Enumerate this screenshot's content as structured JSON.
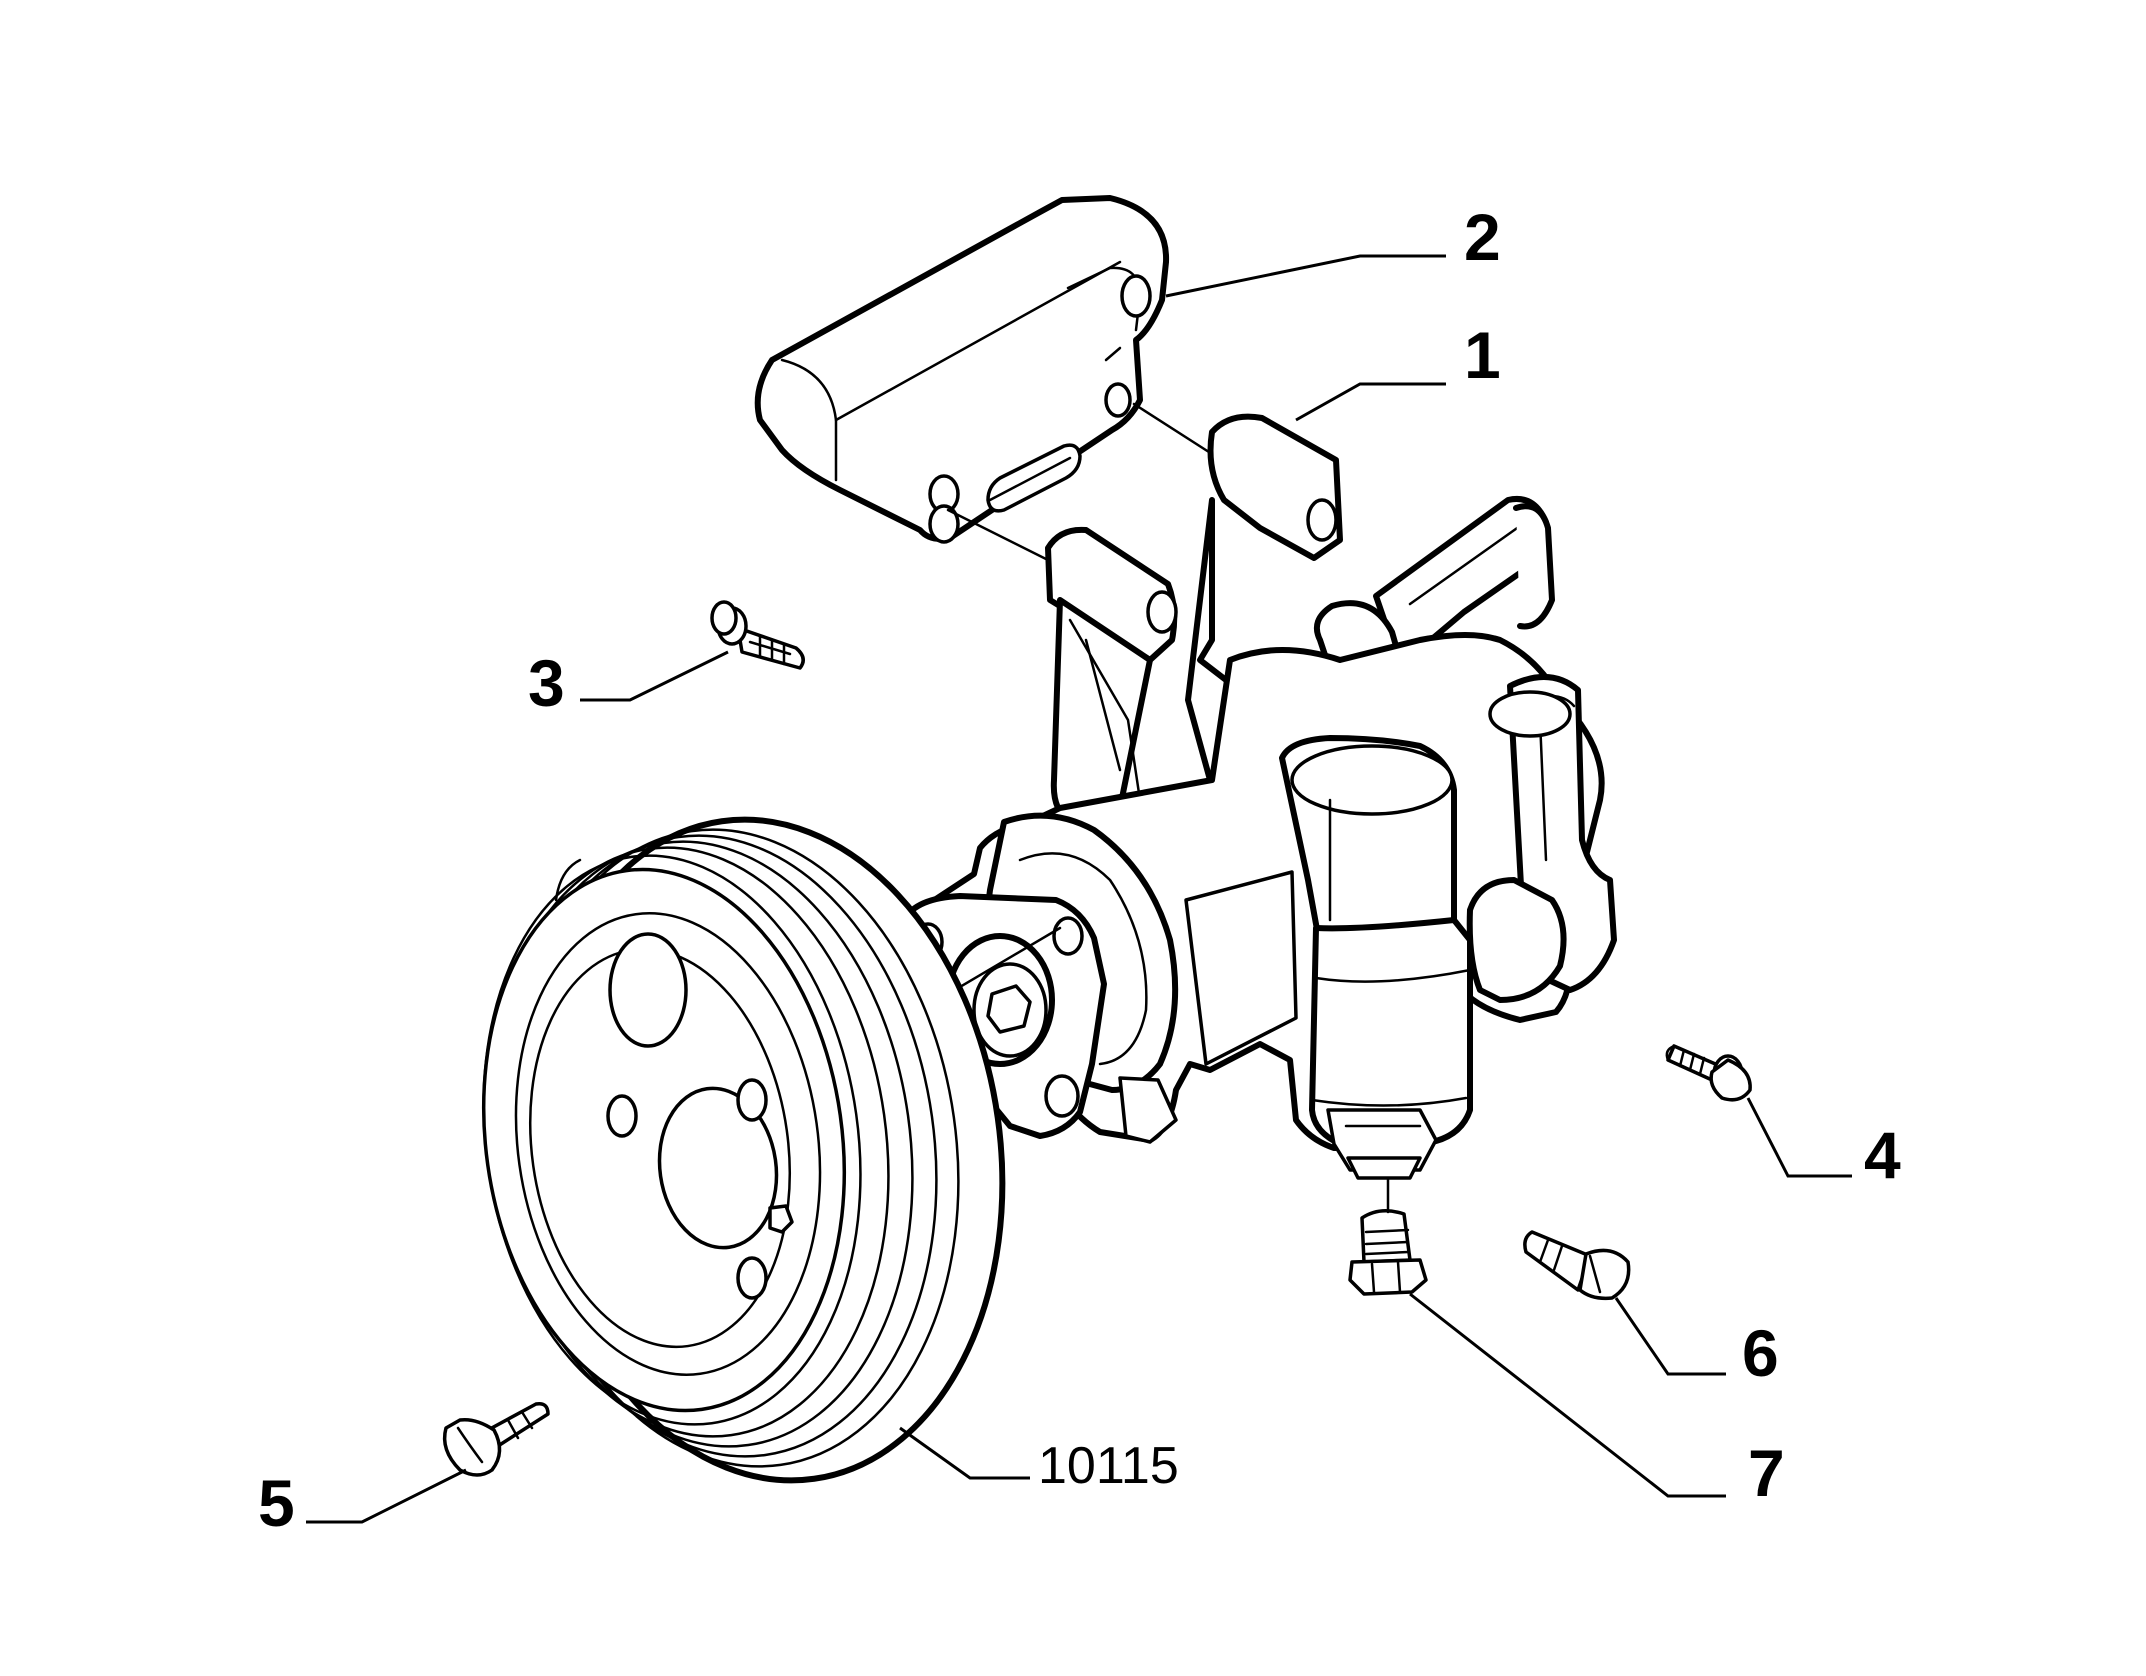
{
  "diagram": {
    "callouts": [
      {
        "id": "1",
        "label": "1",
        "part": "power-steering-pump"
      },
      {
        "id": "2",
        "label": "2",
        "part": "mounting-bracket"
      },
      {
        "id": "3",
        "label": "3",
        "part": "flanged-bolt-small"
      },
      {
        "id": "4",
        "label": "4",
        "part": "flanged-bolt-small"
      },
      {
        "id": "5",
        "label": "5",
        "part": "hex-bolt"
      },
      {
        "id": "6",
        "label": "6",
        "part": "hex-bolt"
      },
      {
        "id": "7",
        "label": "7",
        "part": "union-fitting"
      }
    ],
    "reference_code": "10115",
    "reference_part": "pulley"
  }
}
